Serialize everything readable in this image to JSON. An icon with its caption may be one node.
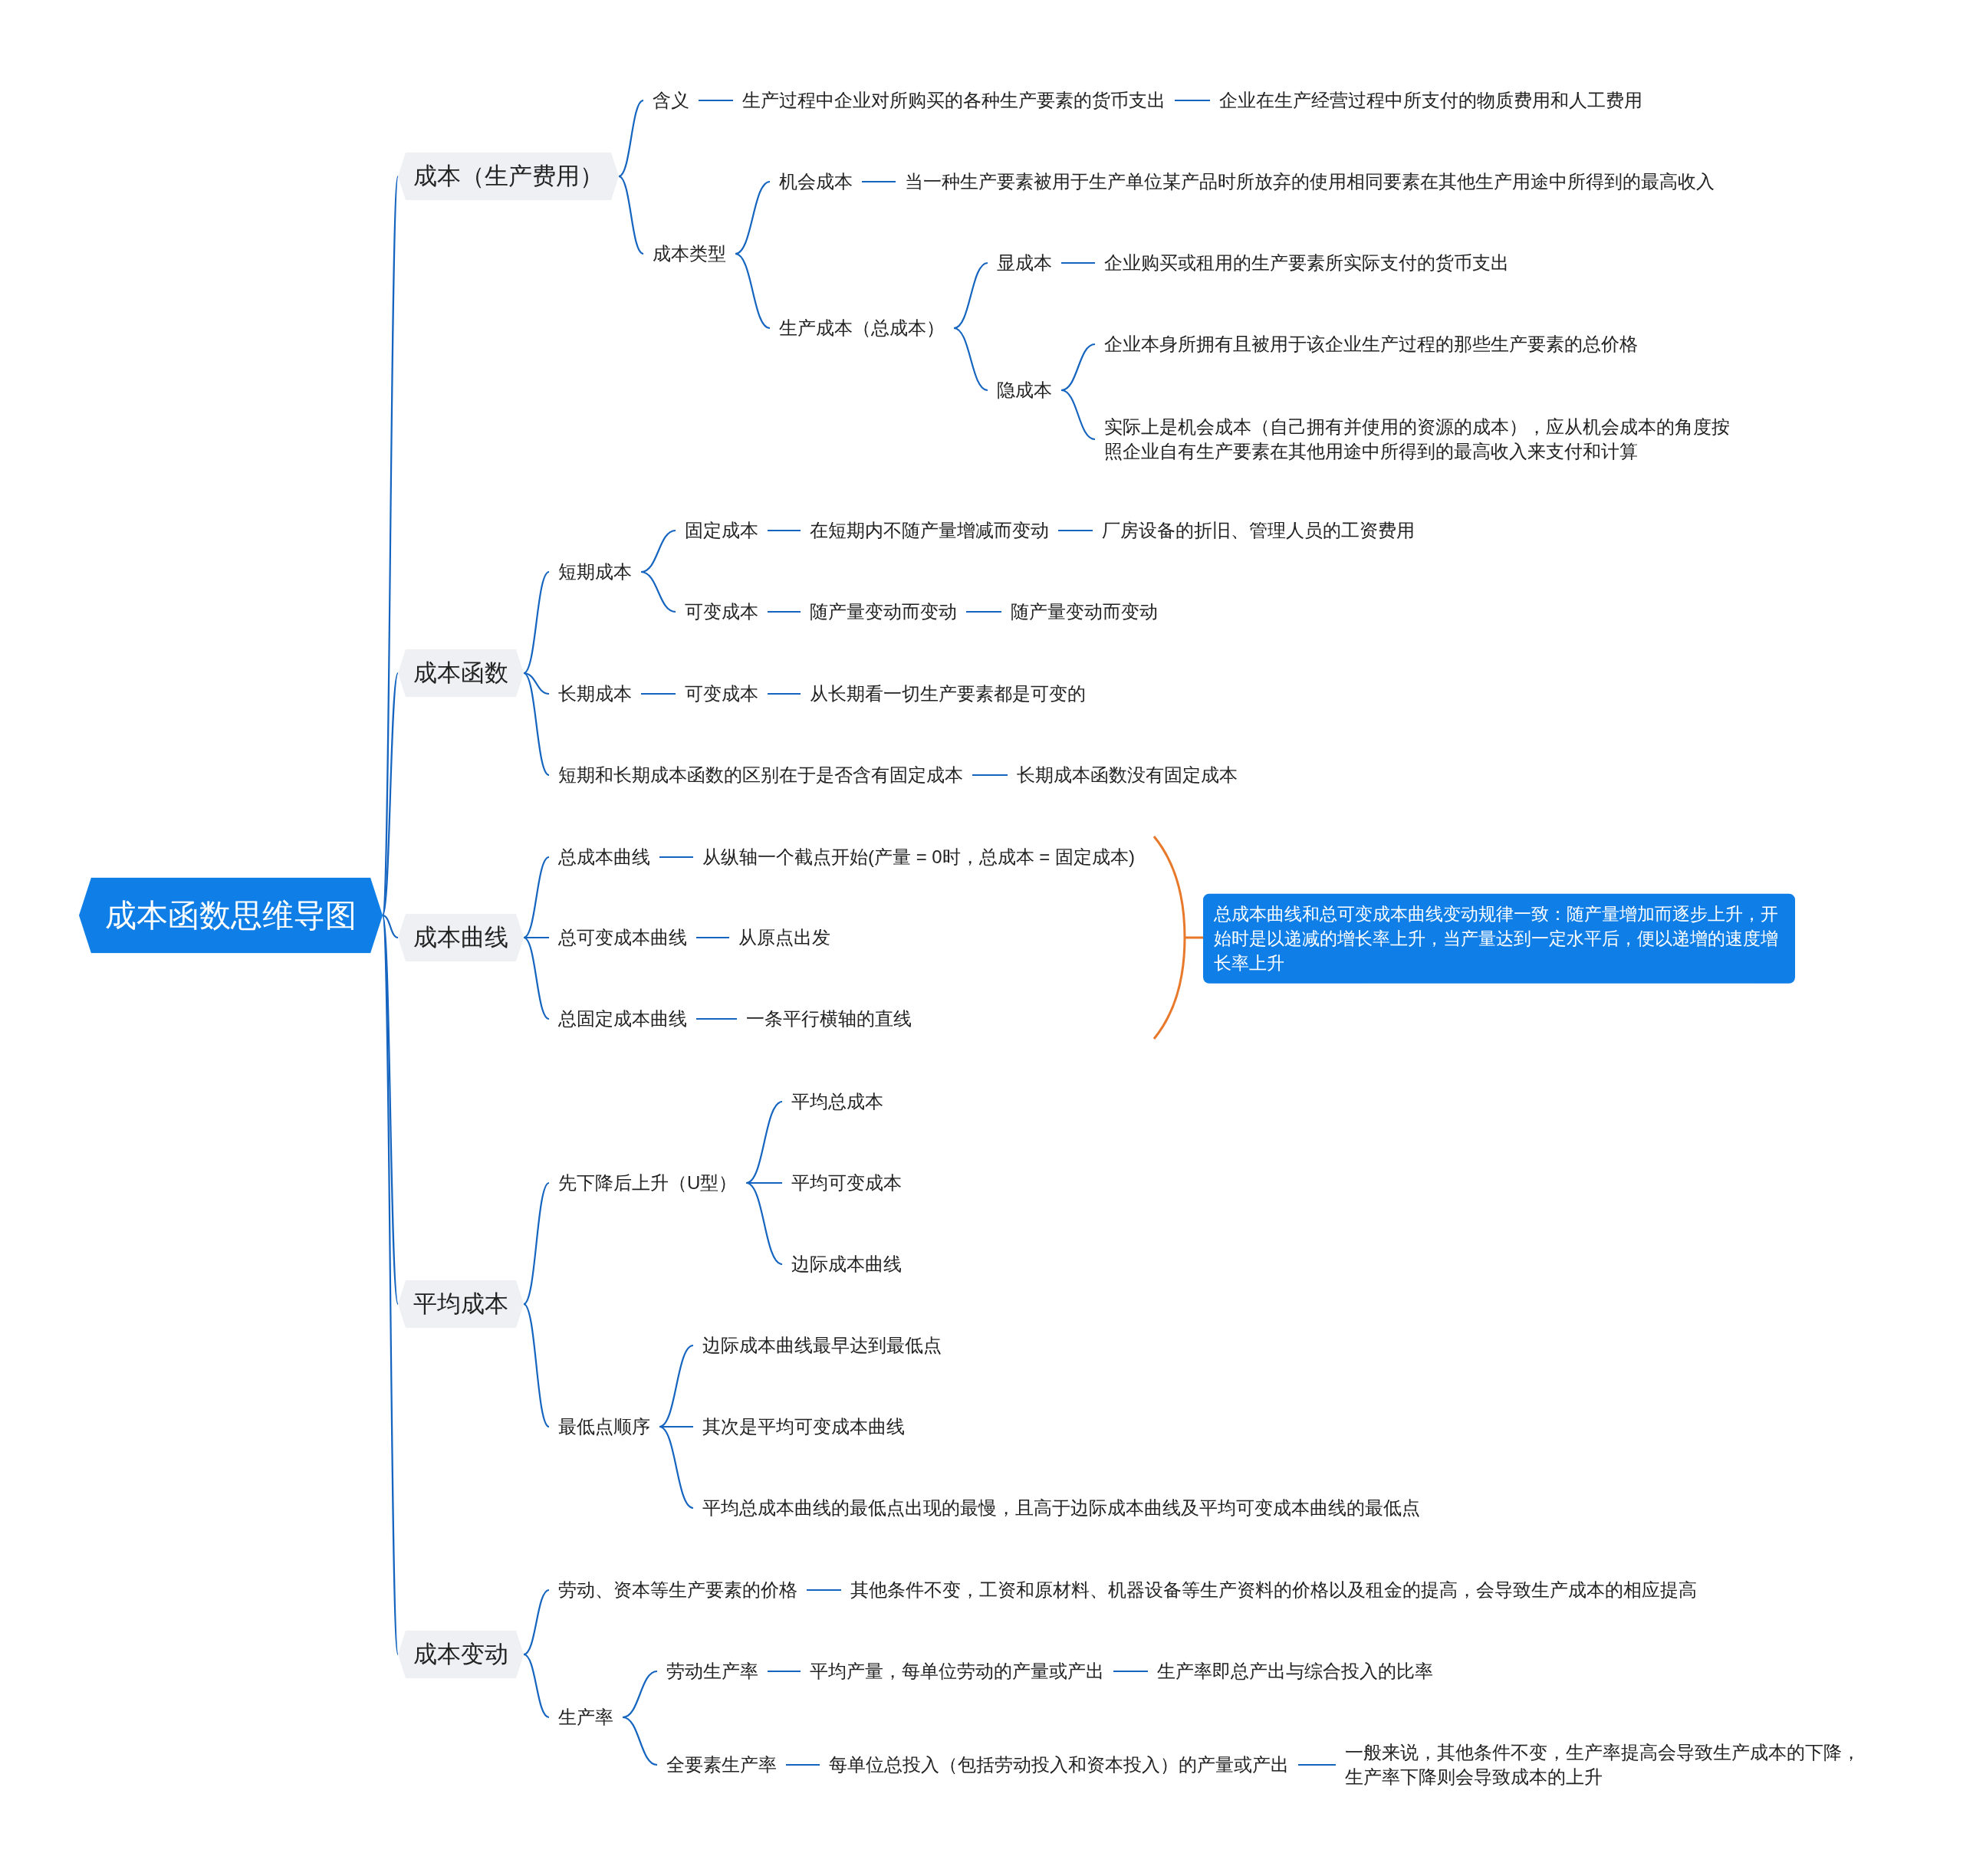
{
  "diagram": {
    "nodes": [
      {
        "text": [
          "成本函数思维导图"
        ]
      },
      {
        "text": [
          "成本（生产费用）"
        ]
      },
      {
        "text": [
          "含义"
        ]
      },
      {
        "text": [
          "生产过程中企业对所购买的各种生产要素的货币支出"
        ]
      },
      {
        "text": [
          "企业在生产经营过程中所支付的物质费用和人工费用"
        ]
      },
      {
        "text": [
          "成本类型"
        ]
      },
      {
        "text": [
          "机会成本"
        ]
      },
      {
        "text": [
          "当一种生产要素被用于生产单位某产品时所放弃的使用相同要素在其他生产用途中所得到的最高收入"
        ]
      },
      {
        "text": [
          "生产成本（总成本）"
        ]
      },
      {
        "text": [
          "显成本"
        ]
      },
      {
        "text": [
          "企业购买或租用的生产要素所实际支付的货币支出"
        ]
      },
      {
        "text": [
          "隐成本"
        ]
      },
      {
        "text": [
          "企业本身所拥有且被用于该企业生产过程的那些生产要素的总价格"
        ]
      },
      {
        "text": [
          "实际上是机会成本（自己拥有并使用的资源的成本），应从机会成本的角度按照企业自有生产要素在其他用途中所得到的最高收入来支付和计算"
        ]
      },
      {
        "text": [
          "成本函数"
        ]
      },
      {
        "text": [
          "短期成本"
        ]
      },
      {
        "text": [
          "固定成本"
        ]
      },
      {
        "text": [
          "在短期内不随产量增减而变动"
        ]
      },
      {
        "text": [
          "厂房设备的折旧、管理人员的工资费用"
        ]
      },
      {
        "text": [
          "可变成本"
        ]
      },
      {
        "text": [
          "随产量变动而变动"
        ]
      },
      {
        "text": [
          "随产量变动而变动"
        ]
      },
      {
        "text": [
          "长期成本"
        ]
      },
      {
        "text": [
          "可变成本"
        ]
      },
      {
        "text": [
          "从长期看一切生产要素都是可变的"
        ]
      },
      {
        "text": [
          "短期和长期成本函数的区别在于是否含有固定成本"
        ]
      },
      {
        "text": [
          "长期成本函数没有固定成本"
        ]
      },
      {
        "text": [
          "成本曲线"
        ]
      },
      {
        "text": [
          "总成本曲线"
        ]
      },
      {
        "text": [
          "从纵轴一个截点开始(产量 = 0时，总成本 = 固定成本)"
        ]
      },
      {
        "text": [
          "总可变成本曲线"
        ]
      },
      {
        "text": [
          "从原点出发"
        ]
      },
      {
        "text": [
          "总固定成本曲线"
        ]
      },
      {
        "text": [
          "一条平行横轴的直线"
        ]
      },
      {
        "text": [
          "总成本曲线和总可变成本曲线变动规律一致：随产量增加而逐步上升，开始时是以递减的增长率上升，当产量达到一定水平后，便以递增的速度增长率上升"
        ]
      },
      {
        "text": [
          "平均成本"
        ]
      },
      {
        "text": [
          "先下降后上升（U型）"
        ]
      },
      {
        "text": [
          "平均总成本"
        ]
      },
      {
        "text": [
          "平均可变成本"
        ]
      },
      {
        "text": [
          "边际成本曲线"
        ]
      },
      {
        "text": [
          "最低点顺序"
        ]
      },
      {
        "text": [
          "边际成本曲线最早达到最低点"
        ]
      },
      {
        "text": [
          "其次是平均可变成本曲线"
        ]
      },
      {
        "text": [
          "平均总成本曲线的最低点出现的最慢，且高于边际成本曲线及平均可变成本曲线的最低点"
        ]
      },
      {
        "text": [
          "成本变动"
        ]
      },
      {
        "text": [
          "劳动、资本等生产要素的价格"
        ]
      },
      {
        "text": [
          "其他条件不变，工资和原材料、机器设备等生产资料的价格以及租金的提高，会导致生产成本的相应提高"
        ]
      },
      {
        "text": [
          "生产率"
        ]
      },
      {
        "text": [
          "劳动生产率"
        ]
      },
      {
        "text": [
          "平均产量，每单位劳动的产量或产出"
        ]
      },
      {
        "text": [
          "生产率即总产出与综合投入的比率"
        ]
      },
      {
        "text": [
          "全要素生产率"
        ]
      },
      {
        "text": [
          "每单位总投入（包括劳动投入和资本投入）的产量或产出"
        ]
      },
      {
        "text": [
          "一般来说，其他条件不变，生产率提高会导致生产成本的下降，生产率下降则会导致成本的上升"
        ]
      }
    ],
    "edges": [
      {
        "from": 0,
        "to": 1,
        "arrow": "none"
      },
      {
        "from": 1,
        "to": 2,
        "arrow": "none"
      },
      {
        "from": 2,
        "to": 3,
        "arrow": "none"
      },
      {
        "from": 3,
        "to": 4,
        "arrow": "none"
      },
      {
        "from": 1,
        "to": 5,
        "arrow": "none"
      },
      {
        "from": 5,
        "to": 6,
        "arrow": "none"
      },
      {
        "from": 6,
        "to": 7,
        "arrow": "none"
      },
      {
        "from": 5,
        "to": 8,
        "arrow": "none"
      },
      {
        "from": 8,
        "to": 9,
        "arrow": "none"
      },
      {
        "from": 9,
        "to": 10,
        "arrow": "none"
      },
      {
        "from": 8,
        "to": 11,
        "arrow": "none"
      },
      {
        "from": 11,
        "to": 12,
        "arrow": "none"
      },
      {
        "from": 11,
        "to": 13,
        "arrow": "none"
      },
      {
        "from": 0,
        "to": 14,
        "arrow": "none"
      },
      {
        "from": 14,
        "to": 15,
        "arrow": "none"
      },
      {
        "from": 15,
        "to": 16,
        "arrow": "none"
      },
      {
        "from": 16,
        "to": 17,
        "arrow": "none"
      },
      {
        "from": 17,
        "to": 18,
        "arrow": "none"
      },
      {
        "from": 15,
        "to": 19,
        "arrow": "none"
      },
      {
        "from": 19,
        "to": 20,
        "arrow": "none"
      },
      {
        "from": 20,
        "to": 21,
        "arrow": "none"
      },
      {
        "from": 14,
        "to": 22,
        "arrow": "none"
      },
      {
        "from": 22,
        "to": 23,
        "arrow": "none"
      },
      {
        "from": 23,
        "to": 24,
        "arrow": "none"
      },
      {
        "from": 14,
        "to": 25,
        "arrow": "none"
      },
      {
        "from": 25,
        "to": 26,
        "arrow": "none"
      },
      {
        "from": 0,
        "to": 27,
        "arrow": "none"
      },
      {
        "from": 27,
        "to": 28,
        "arrow": "none"
      },
      {
        "from": 28,
        "to": 29,
        "arrow": "none"
      },
      {
        "from": 27,
        "to": 30,
        "arrow": "none"
      },
      {
        "from": 30,
        "to": 31,
        "arrow": "none"
      },
      {
        "from": 27,
        "to": 32,
        "arrow": "none"
      },
      {
        "from": 32,
        "to": 33,
        "arrow": "none"
      },
      {
        "from": 0,
        "to": 35,
        "arrow": "none"
      },
      {
        "from": 35,
        "to": 36,
        "arrow": "none"
      },
      {
        "from": 36,
        "to": 37,
        "arrow": "none"
      },
      {
        "from": 36,
        "to": 38,
        "arrow": "none"
      },
      {
        "from": 36,
        "to": 39,
        "arrow": "none"
      },
      {
        "from": 35,
        "to": 40,
        "arrow": "none"
      },
      {
        "from": 40,
        "to": 41,
        "arrow": "none"
      },
      {
        "from": 40,
        "to": 42,
        "arrow": "none"
      },
      {
        "from": 40,
        "to": 43,
        "arrow": "none"
      },
      {
        "from": 0,
        "to": 44,
        "arrow": "none"
      },
      {
        "from": 44,
        "to": 45,
        "arrow": "none"
      },
      {
        "from": 45,
        "to": 46,
        "arrow": "none"
      },
      {
        "from": 44,
        "to": 47,
        "arrow": "none"
      },
      {
        "from": 47,
        "to": 48,
        "arrow": "none"
      },
      {
        "from": 48,
        "to": 49,
        "arrow": "none"
      },
      {
        "from": 49,
        "to": 50,
        "arrow": "none"
      },
      {
        "from": 47,
        "to": 51,
        "arrow": "none"
      },
      {
        "from": 51,
        "to": 52,
        "arrow": "none"
      },
      {
        "from": 52,
        "to": 53,
        "arrow": "none"
      }
    ]
  }
}
